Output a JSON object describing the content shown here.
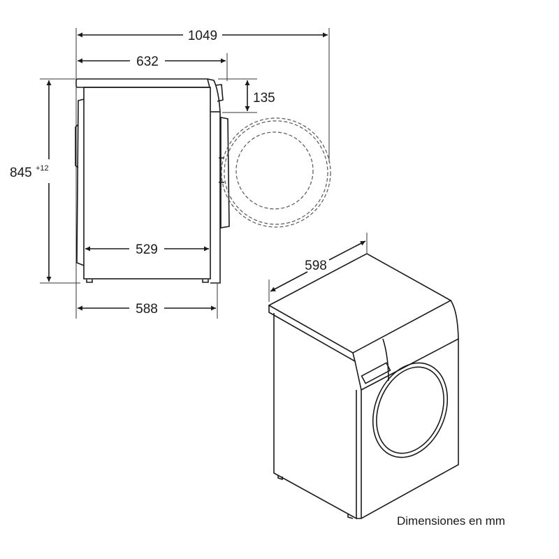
{
  "dimensions": {
    "total_depth_door_open": "1049",
    "depth_with_door": "632",
    "control_panel_height": "135",
    "height": "845",
    "height_tolerance": "+12",
    "body_depth": "529",
    "depth": "588",
    "width": "598"
  },
  "caption": "Dimensiones en mm"
}
